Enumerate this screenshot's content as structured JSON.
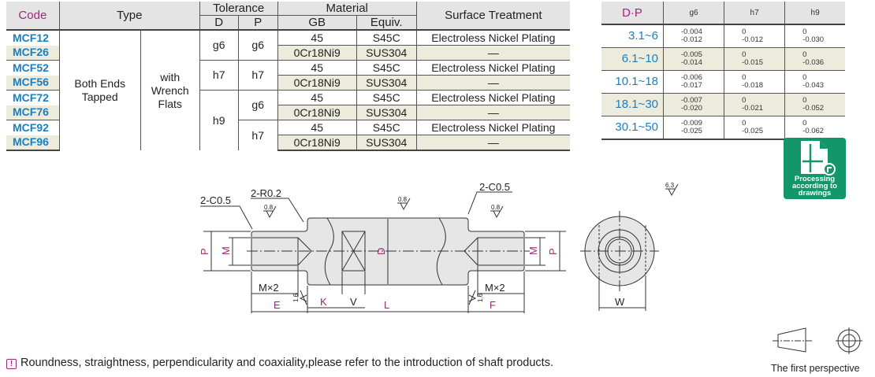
{
  "spec_table": {
    "headers": {
      "code": "Code",
      "type": "Type",
      "tolerance": "Tolerance",
      "tol_d": "D",
      "tol_p": "P",
      "material": "Material",
      "gb": "GB",
      "equiv": "Equiv.",
      "surface": "Surface Treatment"
    },
    "type1": "Both Ends Tapped",
    "type2": "with Wrench Flats",
    "rows": [
      {
        "code": "MCF12",
        "gb": "45",
        "equiv": "S45C",
        "surface": "Electroless Nickel Plating"
      },
      {
        "code": "MCF26",
        "gb": "0Cr18Ni9",
        "equiv": "SUS304",
        "surface": "—"
      },
      {
        "code": "MCF52",
        "gb": "45",
        "equiv": "S45C",
        "surface": "Electroless Nickel Plating"
      },
      {
        "code": "MCF56",
        "gb": "0Cr18Ni9",
        "equiv": "SUS304",
        "surface": "—"
      },
      {
        "code": "MCF72",
        "gb": "45",
        "equiv": "S45C",
        "surface": "Electroless Nickel Plating"
      },
      {
        "code": "MCF76",
        "gb": "0Cr18Ni9",
        "equiv": "SUS304",
        "surface": "—"
      },
      {
        "code": "MCF92",
        "gb": "45",
        "equiv": "S45C",
        "surface": "Electroless Nickel Plating"
      },
      {
        "code": "MCF96",
        "gb": "0Cr18Ni9",
        "equiv": "SUS304",
        "surface": "—"
      }
    ],
    "tol_d": [
      "g6",
      "h7",
      "h9"
    ],
    "tol_p": [
      "g6",
      "h7",
      "g6",
      "h7"
    ]
  },
  "tolerance_table": {
    "headers": [
      "D·P",
      "g6",
      "h7",
      "h9"
    ],
    "rows": [
      {
        "range": "3.1~6",
        "g6": [
          "-0.004",
          "-0.012"
        ],
        "h7": [
          "0",
          "-0.012"
        ],
        "h9": [
          "0",
          "-0.030"
        ]
      },
      {
        "range": "6.1~10",
        "g6": [
          "-0.005",
          "-0.014"
        ],
        "h7": [
          "0",
          "-0.015"
        ],
        "h9": [
          "0",
          "-0.036"
        ]
      },
      {
        "range": "10.1~18",
        "g6": [
          "-0.006",
          "-0.017"
        ],
        "h7": [
          "0",
          "-0.018"
        ],
        "h9": [
          "0",
          "-0.043"
        ]
      },
      {
        "range": "18.1~30",
        "g6": [
          "-0.007",
          "-0.020"
        ],
        "h7": [
          "0",
          "-0.021"
        ],
        "h9": [
          "0",
          "-0.052"
        ]
      },
      {
        "range": "30.1~50",
        "g6": [
          "-0.009",
          "-0.025"
        ],
        "h7": [
          "0",
          "-0.025"
        ],
        "h9": [
          "0",
          "-0.062"
        ]
      }
    ]
  },
  "badge": {
    "label": "Processing according to drawings",
    "color": "#14966b"
  },
  "drawing": {
    "callouts": {
      "c05_left": "2-C0.5",
      "r02": "2-R0.2",
      "c05_right": "2-C0.5"
    },
    "roughness": {
      "r08": "0.8",
      "r16": "1.6",
      "r63": "6.3"
    },
    "dims": {
      "P": "P",
      "M": "M",
      "D": "D",
      "Mx2": "M×2",
      "K": "K",
      "V": "V",
      "E": "E",
      "L": "L",
      "F": "F",
      "W": "W"
    }
  },
  "note": "Roundness, straightness, perpendicularity and coaxiality,please refer to the introduction of shaft products.",
  "perspective_label": "The first perspective"
}
